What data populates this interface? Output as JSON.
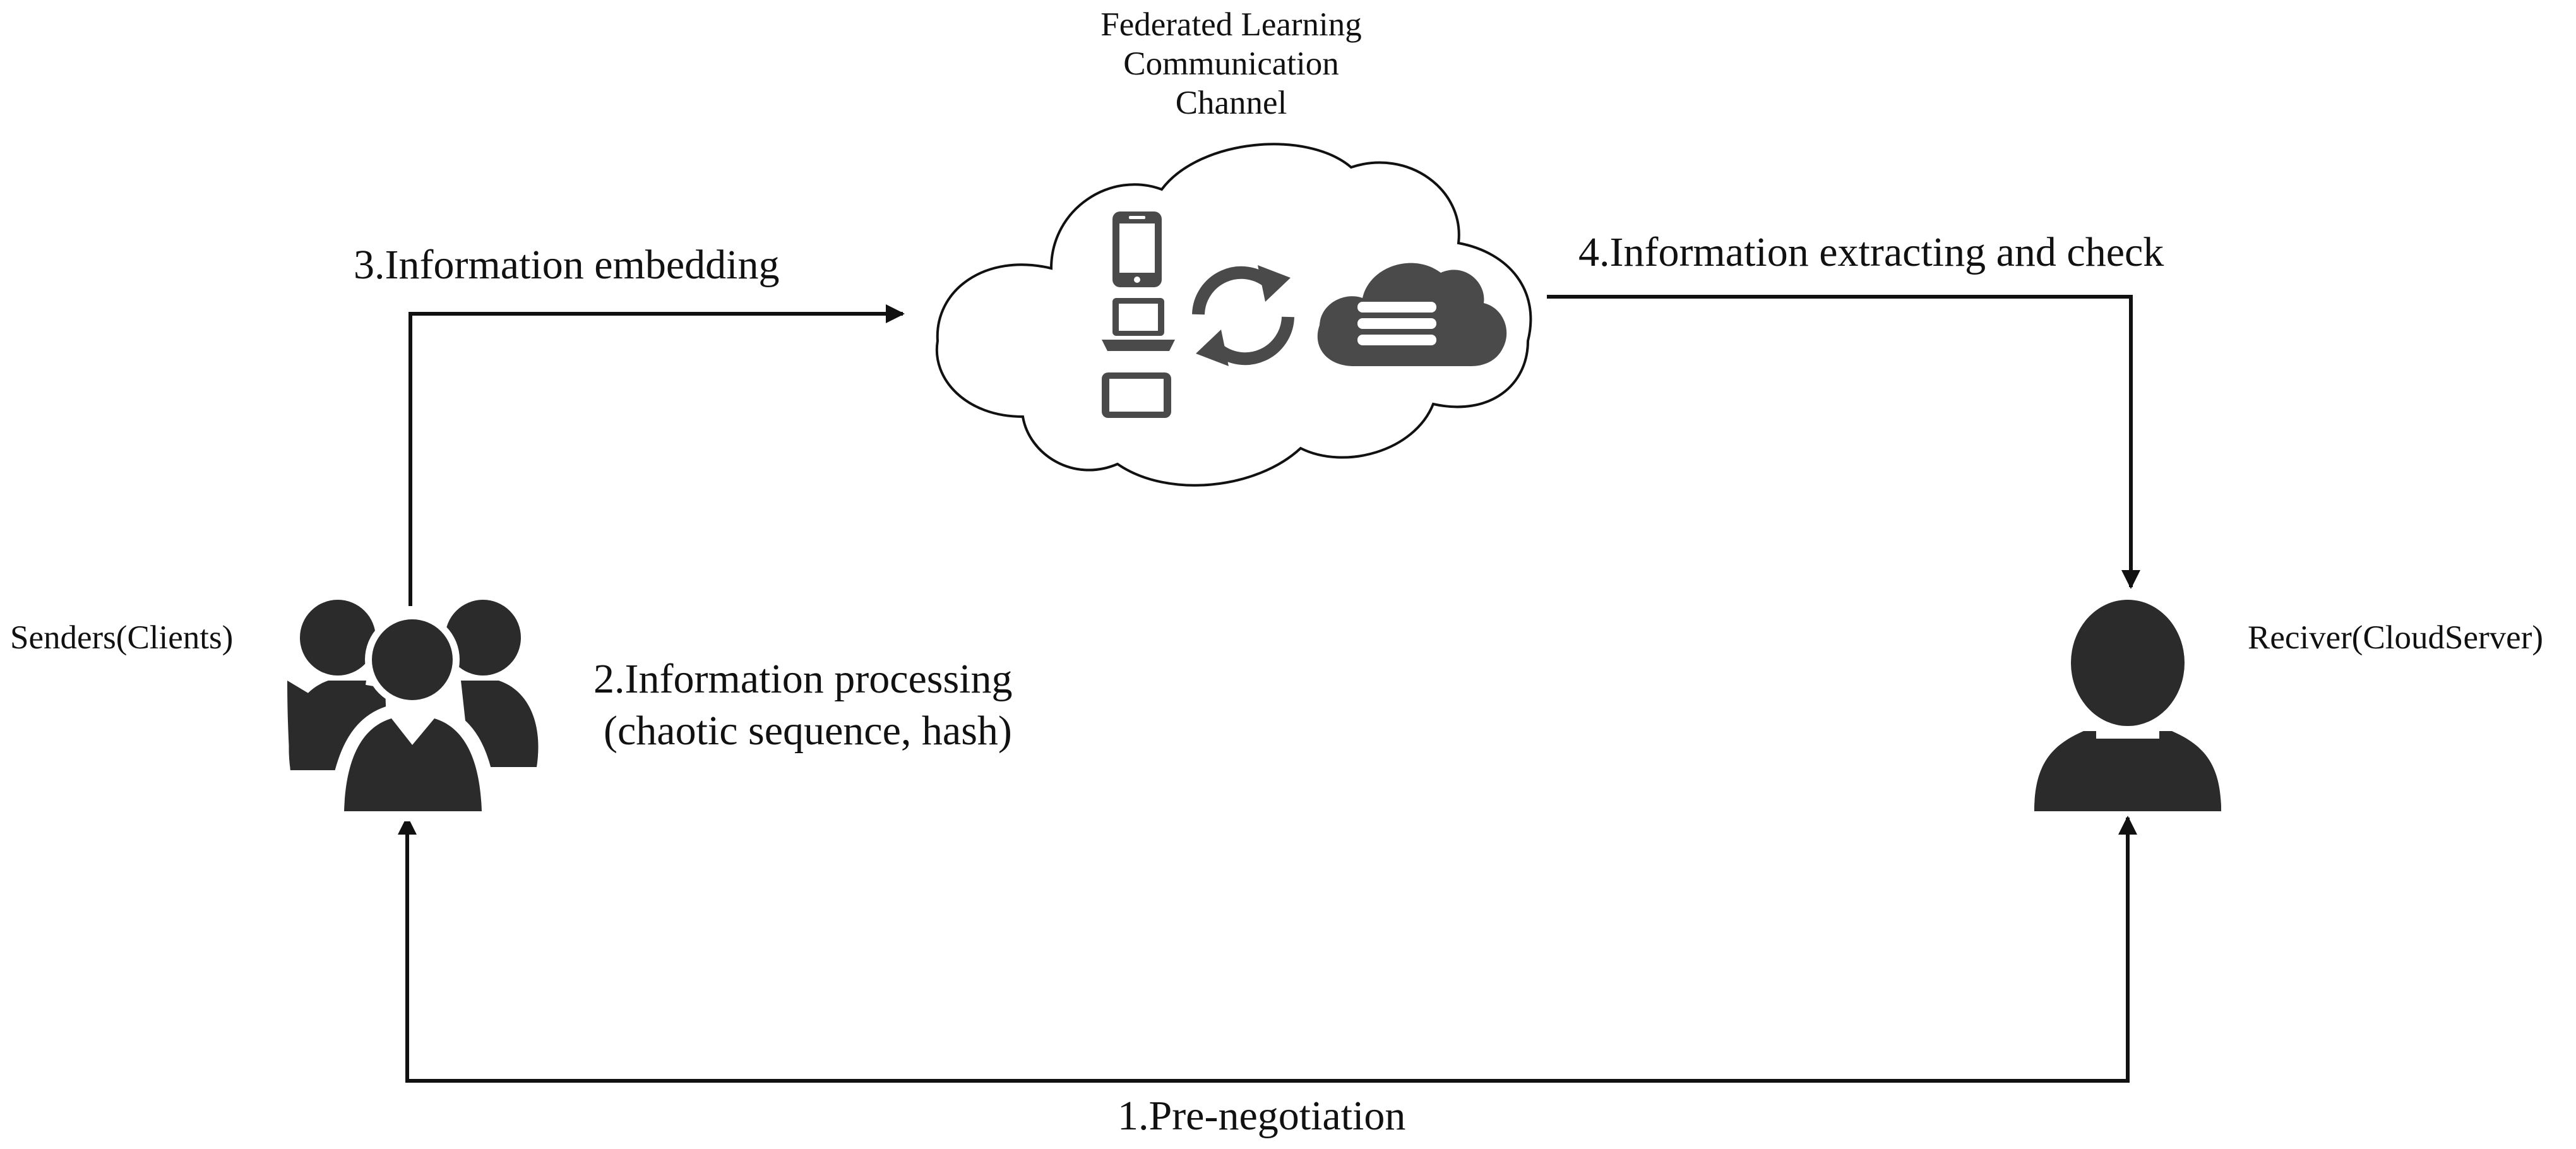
{
  "cloud": {
    "title_lines": [
      "Federated Learning",
      "Communication",
      "Channel"
    ],
    "icons": [
      "smartphone-icon",
      "laptop-icon",
      "tablet-icon",
      "sync-arrows-icon",
      "cloud-server-icon"
    ]
  },
  "steps": {
    "pre_negotiation": "1.Pre-negotiation",
    "processing": "2.Information processing",
    "processing_detail": "(chaotic sequence, hash)",
    "embedding": "3.Information embedding",
    "extracting": "4.Information extracting and check"
  },
  "actors": {
    "senders": {
      "label": "Senders(Clients)",
      "icon": "group-users-icon"
    },
    "receiver": {
      "label": "Reciver(CloudServer)",
      "icon": "user-icon"
    }
  },
  "colors": {
    "line": "#111111",
    "icon_fill": "#2b2b2b",
    "icon_grey": "#4a4a4a",
    "background": "#ffffff"
  }
}
